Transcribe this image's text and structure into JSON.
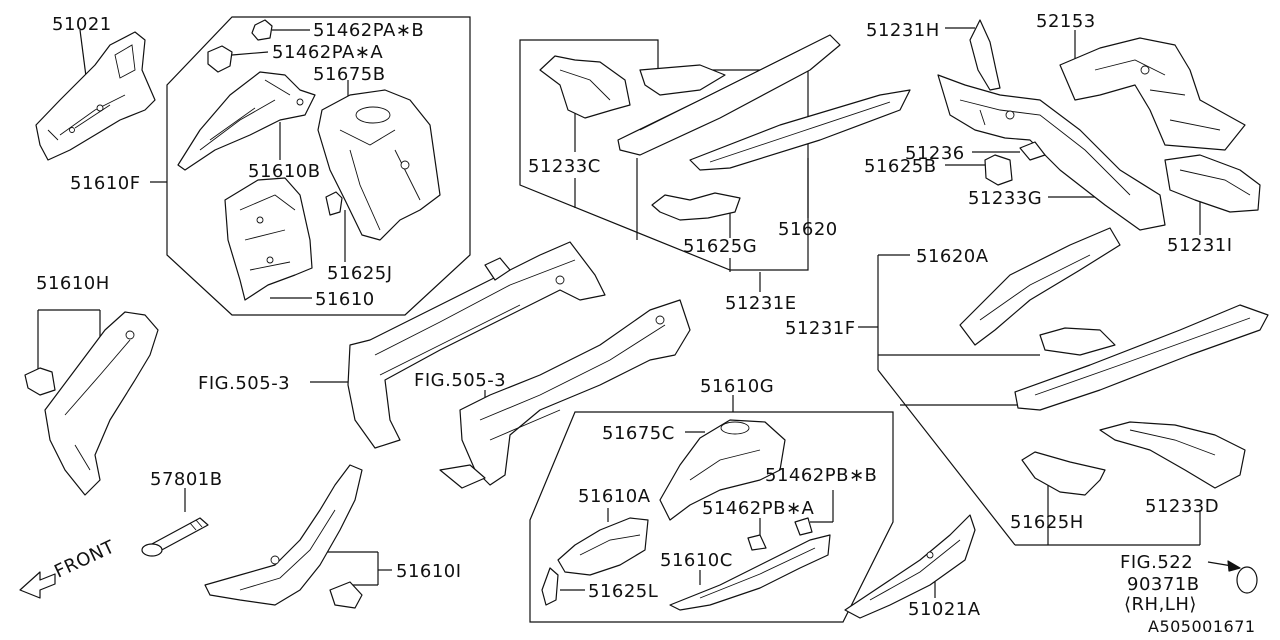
{
  "labels": {
    "p51021": "51021",
    "p51462pa_b": "51462PA∗B",
    "p51462pa_a": "51462PA∗A",
    "p51675b": "51675B",
    "p51610f": "51610F",
    "p51610b": "51610B",
    "p51625j": "51625J",
    "p51610": "51610",
    "p51233c": "51233C",
    "p51625g": "51625G",
    "p51620": "51620",
    "p51231e": "51231E",
    "p51231h": "51231H",
    "p52153": "52153",
    "p51236": "51236",
    "p51625b": "51625B",
    "p51233g": "51233G",
    "p51231i": "51231I",
    "p51620a": "51620A",
    "p51231f": "51231F",
    "p51610h": "51610H",
    "fig505_3_left": "FIG.505-3",
    "fig505_3_right": "FIG.505-3",
    "p51610g": "51610G",
    "p51675c": "51675C",
    "p51462pb_b": "51462PB∗B",
    "p51610a": "51610A",
    "p51462pb_a": "51462PB∗A",
    "p51610c": "51610C",
    "p51625l": "51625L",
    "p57801b": "57801B",
    "p51610i": "51610I",
    "p51021a": "51021A",
    "p51625h": "51625H",
    "p51233d": "51233D",
    "fig522": "FIG.522",
    "p90371b": "90371B",
    "rh_lh": "⟨RH,LH⟩",
    "front": "FRONT",
    "diagram_id": "A505001671"
  }
}
